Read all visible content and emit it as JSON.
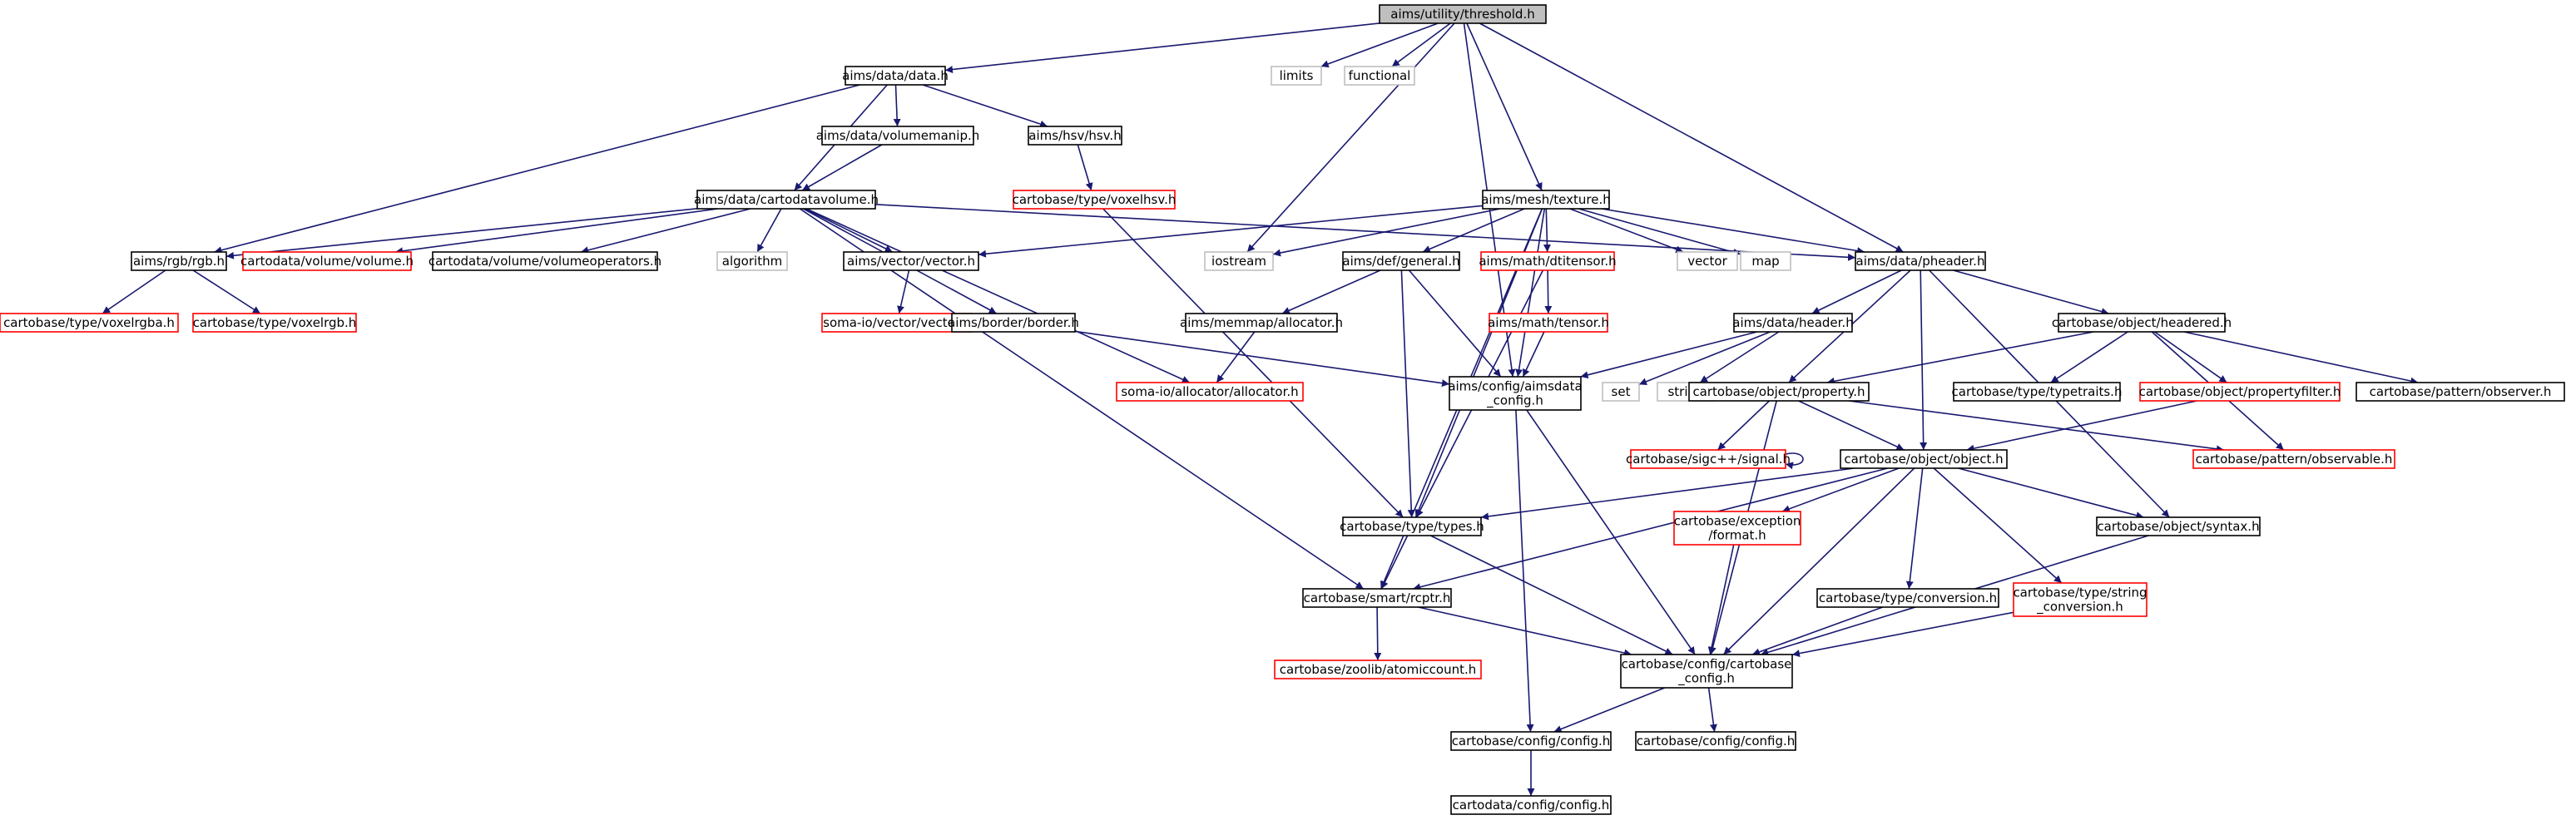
{
  "graph": {
    "colors": {
      "edge": "#191970",
      "normal_border": "#000000",
      "missing_border": "#ff0000",
      "system_border": "#bfbfbf",
      "root_fill": "#bfbfbf",
      "node_fill": "#ffffff",
      "text": "#000000"
    },
    "nodes": [
      {
        "id": "threshold",
        "lines": [
          "aims/utility/threshold.h"
        ],
        "style": "root"
      },
      {
        "id": "data_h",
        "lines": [
          "aims/data/data.h"
        ],
        "style": "normal"
      },
      {
        "id": "limits",
        "lines": [
          "limits"
        ],
        "style": "system"
      },
      {
        "id": "functional",
        "lines": [
          "functional"
        ],
        "style": "system"
      },
      {
        "id": "volumemanip",
        "lines": [
          "aims/data/volumemanip.h"
        ],
        "style": "normal"
      },
      {
        "id": "hsv",
        "lines": [
          "aims/hsv/hsv.h"
        ],
        "style": "normal"
      },
      {
        "id": "cartodatavolume",
        "lines": [
          "aims/data/cartodatavolume.h"
        ],
        "style": "normal"
      },
      {
        "id": "voxelhsv",
        "lines": [
          "cartobase/type/voxelhsv.h"
        ],
        "style": "missing"
      },
      {
        "id": "texture",
        "lines": [
          "aims/mesh/texture.h"
        ],
        "style": "normal"
      },
      {
        "id": "rgb",
        "lines": [
          "aims/rgb/rgb.h"
        ],
        "style": "normal"
      },
      {
        "id": "cvolume",
        "lines": [
          "cartodata/volume/volume.h"
        ],
        "style": "missing"
      },
      {
        "id": "volumeops",
        "lines": [
          "cartodata/volume/volumeoperators.h"
        ],
        "style": "normal"
      },
      {
        "id": "algorithm",
        "lines": [
          "algorithm"
        ],
        "style": "system"
      },
      {
        "id": "vector_h",
        "lines": [
          "aims/vector/vector.h"
        ],
        "style": "normal"
      },
      {
        "id": "iostream",
        "lines": [
          "iostream"
        ],
        "style": "system"
      },
      {
        "id": "general",
        "lines": [
          "aims/def/general.h"
        ],
        "style": "normal"
      },
      {
        "id": "dtitensor",
        "lines": [
          "aims/math/dtitensor.h"
        ],
        "style": "missing"
      },
      {
        "id": "vector",
        "lines": [
          "vector"
        ],
        "style": "system"
      },
      {
        "id": "map",
        "lines": [
          "map"
        ],
        "style": "system"
      },
      {
        "id": "pheader",
        "lines": [
          "aims/data/pheader.h"
        ],
        "style": "normal"
      },
      {
        "id": "voxelrgba",
        "lines": [
          "cartobase/type/voxelrgba.h"
        ],
        "style": "missing"
      },
      {
        "id": "voxelrgb",
        "lines": [
          "cartobase/type/voxelrgb.h"
        ],
        "style": "missing"
      },
      {
        "id": "somavector",
        "lines": [
          "soma-io/vector/vector.h"
        ],
        "style": "missing"
      },
      {
        "id": "border",
        "lines": [
          "aims/border/border.h"
        ],
        "style": "normal"
      },
      {
        "id": "memmapalloc",
        "lines": [
          "aims/memmap/allocator.h"
        ],
        "style": "normal"
      },
      {
        "id": "tensor",
        "lines": [
          "aims/math/tensor.h"
        ],
        "style": "missing"
      },
      {
        "id": "header_h",
        "lines": [
          "aims/data/header.h"
        ],
        "style": "normal"
      },
      {
        "id": "headered",
        "lines": [
          "cartobase/object/headered.h"
        ],
        "style": "normal"
      },
      {
        "id": "somaalloc",
        "lines": [
          "soma-io/allocator/allocator.h"
        ],
        "style": "missing"
      },
      {
        "id": "aimsdataconfig",
        "lines": [
          "aims/config/aimsdata",
          "_config.h"
        ],
        "style": "normal"
      },
      {
        "id": "set",
        "lines": [
          "set"
        ],
        "style": "system"
      },
      {
        "id": "string",
        "lines": [
          "string"
        ],
        "style": "system"
      },
      {
        "id": "property",
        "lines": [
          "cartobase/object/property.h"
        ],
        "style": "normal"
      },
      {
        "id": "typetraits",
        "lines": [
          "cartobase/type/typetraits.h"
        ],
        "style": "normal"
      },
      {
        "id": "propertyfilter",
        "lines": [
          "cartobase/object/propertyfilter.h"
        ],
        "style": "missing"
      },
      {
        "id": "observer",
        "lines": [
          "cartobase/pattern/observer.h"
        ],
        "style": "normal"
      },
      {
        "id": "signal",
        "lines": [
          "cartobase/sigc++/signal.h"
        ],
        "style": "missing"
      },
      {
        "id": "object",
        "lines": [
          "cartobase/object/object.h"
        ],
        "style": "normal"
      },
      {
        "id": "observable",
        "lines": [
          "cartobase/pattern/observable.h"
        ],
        "style": "missing"
      },
      {
        "id": "types",
        "lines": [
          "cartobase/type/types.h"
        ],
        "style": "normal"
      },
      {
        "id": "excformat",
        "lines": [
          "cartobase/exception",
          "/format.h"
        ],
        "style": "missing"
      },
      {
        "id": "syntax",
        "lines": [
          "cartobase/object/syntax.h"
        ],
        "style": "normal"
      },
      {
        "id": "rcptr",
        "lines": [
          "cartobase/smart/rcptr.h"
        ],
        "style": "normal"
      },
      {
        "id": "conversion",
        "lines": [
          "cartobase/type/conversion.h"
        ],
        "style": "normal"
      },
      {
        "id": "strconv",
        "lines": [
          "cartobase/type/string",
          "_conversion.h"
        ],
        "style": "missing"
      },
      {
        "id": "atomiccount",
        "lines": [
          "cartobase/zoolib/atomiccount.h"
        ],
        "style": "missing"
      },
      {
        "id": "cartobaseconfig",
        "lines": [
          "cartobase/config/cartobase",
          "_config.h"
        ],
        "style": "normal"
      },
      {
        "id": "configA",
        "lines": [
          "cartobase/config/config.h"
        ],
        "style": "normal"
      },
      {
        "id": "configB",
        "lines": [
          "cartobase/config/config.h"
        ],
        "style": "normal"
      },
      {
        "id": "cdconfig",
        "lines": [
          "cartodata/config/config.h"
        ],
        "style": "normal"
      }
    ],
    "edges": [
      [
        "threshold",
        "data_h"
      ],
      [
        "threshold",
        "limits"
      ],
      [
        "threshold",
        "functional"
      ],
      [
        "threshold",
        "iostream"
      ],
      [
        "threshold",
        "texture"
      ],
      [
        "threshold",
        "aimsdataconfig"
      ],
      [
        "threshold",
        "pheader"
      ],
      [
        "data_h",
        "volumemanip"
      ],
      [
        "data_h",
        "hsv"
      ],
      [
        "data_h",
        "cartodatavolume"
      ],
      [
        "data_h",
        "rgb"
      ],
      [
        "volumemanip",
        "cartodatavolume"
      ],
      [
        "hsv",
        "voxelhsv"
      ],
      [
        "voxelhsv",
        "types"
      ],
      [
        "cartodatavolume",
        "rgb"
      ],
      [
        "cartodatavolume",
        "cvolume"
      ],
      [
        "cartodatavolume",
        "volumeops"
      ],
      [
        "cartodatavolume",
        "algorithm"
      ],
      [
        "cartodatavolume",
        "vector_h"
      ],
      [
        "cartodatavolume",
        "border"
      ],
      [
        "cartodatavolume",
        "somaalloc"
      ],
      [
        "cartodatavolume",
        "rcptr"
      ],
      [
        "cartodatavolume",
        "pheader"
      ],
      [
        "rgb",
        "voxelrgba"
      ],
      [
        "rgb",
        "voxelrgb"
      ],
      [
        "vector_h",
        "somavector"
      ],
      [
        "border",
        "aimsdataconfig"
      ],
      [
        "texture",
        "vector_h"
      ],
      [
        "texture",
        "iostream"
      ],
      [
        "texture",
        "general"
      ],
      [
        "texture",
        "dtitensor"
      ],
      [
        "texture",
        "vector"
      ],
      [
        "texture",
        "map"
      ],
      [
        "texture",
        "pheader"
      ],
      [
        "texture",
        "aimsdataconfig"
      ],
      [
        "texture",
        "types"
      ],
      [
        "texture",
        "rcptr"
      ],
      [
        "general",
        "memmapalloc"
      ],
      [
        "general",
        "aimsdataconfig"
      ],
      [
        "general",
        "types"
      ],
      [
        "memmapalloc",
        "somaalloc"
      ],
      [
        "dtitensor",
        "tensor"
      ],
      [
        "dtitensor",
        "types"
      ],
      [
        "tensor",
        "aimsdataconfig"
      ],
      [
        "pheader",
        "header_h"
      ],
      [
        "pheader",
        "headered"
      ],
      [
        "pheader",
        "property"
      ],
      [
        "pheader",
        "object"
      ],
      [
        "pheader",
        "syntax"
      ],
      [
        "header_h",
        "aimsdataconfig"
      ],
      [
        "header_h",
        "set"
      ],
      [
        "header_h",
        "string"
      ],
      [
        "headered",
        "property"
      ],
      [
        "headered",
        "typetraits"
      ],
      [
        "headered",
        "propertyfilter"
      ],
      [
        "headered",
        "observer"
      ],
      [
        "headered",
        "observable"
      ],
      [
        "aimsdataconfig",
        "cartobaseconfig"
      ],
      [
        "aimsdataconfig",
        "configA"
      ],
      [
        "property",
        "signal"
      ],
      [
        "property",
        "object"
      ],
      [
        "property",
        "observable"
      ],
      [
        "property",
        "cartobaseconfig"
      ],
      [
        "propertyfilter",
        "object"
      ],
      [
        "signal",
        "signal"
      ],
      [
        "object",
        "types"
      ],
      [
        "object",
        "excformat"
      ],
      [
        "object",
        "syntax"
      ],
      [
        "object",
        "rcptr"
      ],
      [
        "object",
        "conversion"
      ],
      [
        "object",
        "strconv"
      ],
      [
        "object",
        "cartobaseconfig"
      ],
      [
        "types",
        "rcptr"
      ],
      [
        "types",
        "cartobaseconfig"
      ],
      [
        "excformat",
        "cartobaseconfig"
      ],
      [
        "syntax",
        "cartobaseconfig"
      ],
      [
        "rcptr",
        "atomiccount"
      ],
      [
        "rcptr",
        "cartobaseconfig"
      ],
      [
        "conversion",
        "cartobaseconfig"
      ],
      [
        "strconv",
        "cartobaseconfig"
      ],
      [
        "cartobaseconfig",
        "configA"
      ],
      [
        "cartobaseconfig",
        "configB"
      ],
      [
        "configA",
        "cdconfig"
      ]
    ]
  }
}
